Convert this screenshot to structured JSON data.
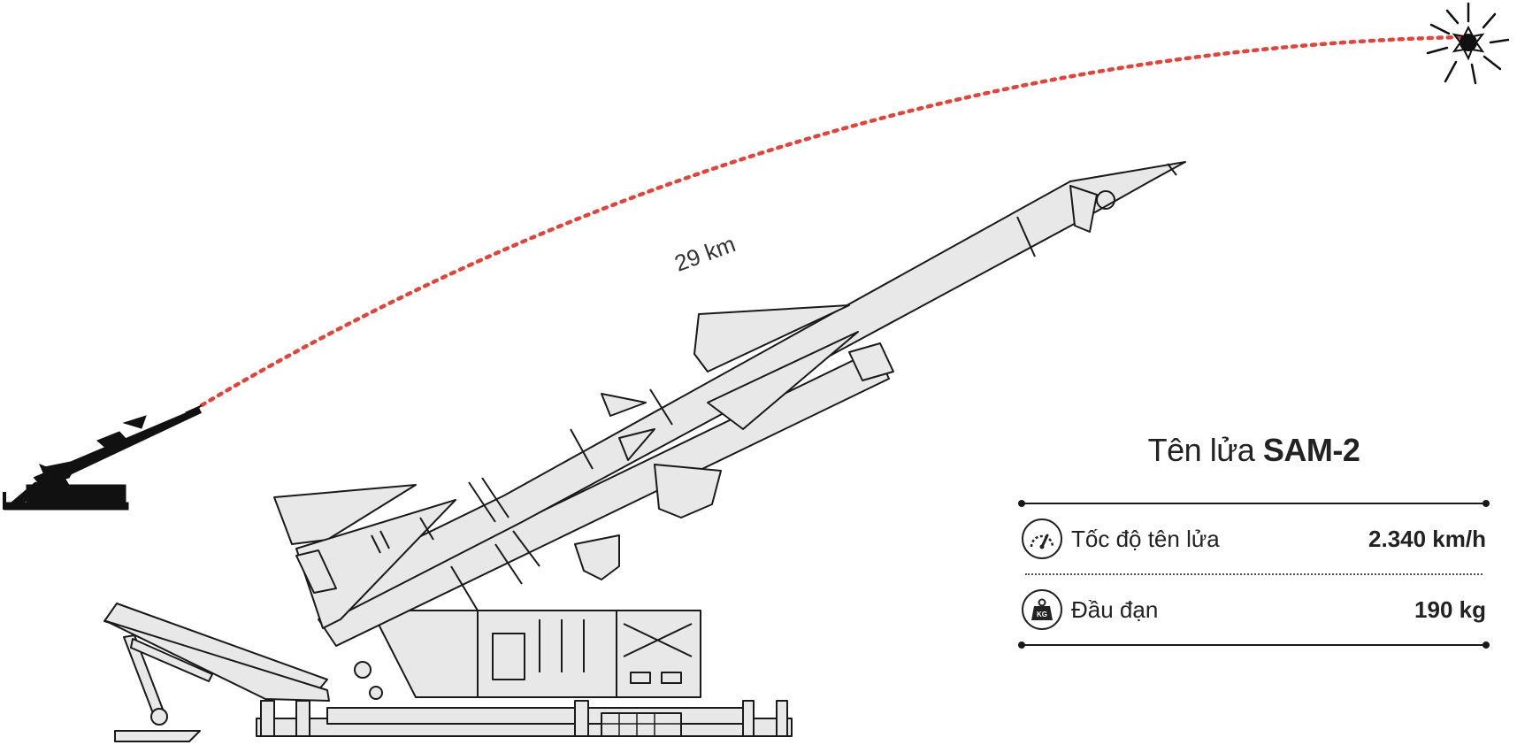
{
  "trajectory": {
    "distance_label": "29 km",
    "color": "#e0453c"
  },
  "panel": {
    "title_prefix": "Tên lửa",
    "title_name": "SAM-2",
    "rows": [
      {
        "icon": "speedometer-icon",
        "label": "Tốc độ tên lửa",
        "value": "2.340 km/h"
      },
      {
        "icon": "weight-kg-icon",
        "label": "Đầu đạn",
        "value": "190 kg"
      }
    ],
    "weight_icon_text": "KG"
  },
  "colors": {
    "missile_fill": "#e8e8e8",
    "outline": "#1a1a1a",
    "silhouette": "#111111"
  }
}
